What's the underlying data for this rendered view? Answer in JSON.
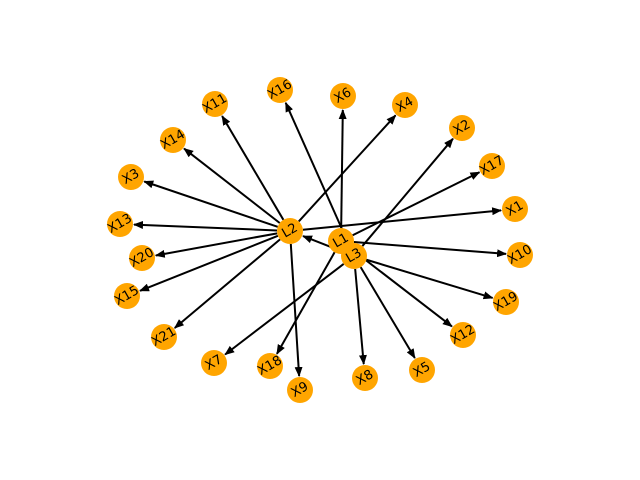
{
  "graph": {
    "node_color": "#FFA500",
    "edge_color": "#000000",
    "label_color": "#000000",
    "nodes": [
      {
        "id": "L1",
        "label": "L1"
      },
      {
        "id": "L2",
        "label": "L2"
      },
      {
        "id": "L3",
        "label": "L3"
      },
      {
        "id": "X1",
        "label": "X1"
      },
      {
        "id": "X2",
        "label": "X2"
      },
      {
        "id": "X3",
        "label": "X3"
      },
      {
        "id": "X4",
        "label": "X4"
      },
      {
        "id": "X5",
        "label": "X5"
      },
      {
        "id": "X6",
        "label": "X6"
      },
      {
        "id": "X7",
        "label": "X7"
      },
      {
        "id": "X8",
        "label": "X8"
      },
      {
        "id": "X9",
        "label": "X9"
      },
      {
        "id": "X10",
        "label": "X10"
      },
      {
        "id": "X11",
        "label": "X11"
      },
      {
        "id": "X12",
        "label": "X12"
      },
      {
        "id": "X13",
        "label": "X13"
      },
      {
        "id": "X14",
        "label": "X14"
      },
      {
        "id": "X15",
        "label": "X15"
      },
      {
        "id": "X16",
        "label": "X16"
      },
      {
        "id": "X17",
        "label": "X17"
      },
      {
        "id": "X18",
        "label": "X18"
      },
      {
        "id": "X19",
        "label": "X19"
      },
      {
        "id": "X20",
        "label": "X20"
      },
      {
        "id": "X21",
        "label": "X21"
      }
    ],
    "edges": [
      {
        "source": "L2",
        "target": "X11"
      },
      {
        "source": "L2",
        "target": "X14"
      },
      {
        "source": "L2",
        "target": "X3"
      },
      {
        "source": "L2",
        "target": "X13"
      },
      {
        "source": "L2",
        "target": "X20"
      },
      {
        "source": "L2",
        "target": "X15"
      },
      {
        "source": "L2",
        "target": "X21"
      },
      {
        "source": "L2",
        "target": "X4"
      },
      {
        "source": "L2",
        "target": "X1"
      },
      {
        "source": "L2",
        "target": "X9"
      },
      {
        "source": "L1",
        "target": "X6"
      },
      {
        "source": "L1",
        "target": "X17"
      },
      {
        "source": "L1",
        "target": "X18"
      },
      {
        "source": "L1",
        "target": "X10"
      },
      {
        "source": "L1",
        "target": "X12"
      },
      {
        "source": "L3",
        "target": "X16"
      },
      {
        "source": "L3",
        "target": "X2"
      },
      {
        "source": "L3",
        "target": "X7"
      },
      {
        "source": "L3",
        "target": "X8"
      },
      {
        "source": "L3",
        "target": "X5"
      },
      {
        "source": "L3",
        "target": "X19"
      },
      {
        "source": "L3",
        "target": "L2"
      }
    ]
  }
}
